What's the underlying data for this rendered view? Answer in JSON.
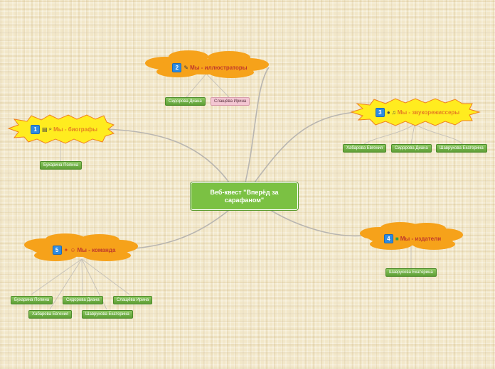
{
  "central": {
    "title": "Веб-квест \"Вперёд за сарафаном\""
  },
  "topics": [
    {
      "number": "1",
      "label": "Мы - биографы",
      "icons": [
        "books-icon",
        "magnifier-icon"
      ],
      "children": [
        "Бухарина Полина"
      ]
    },
    {
      "number": "2",
      "label": "Мы - иллюстраторы",
      "icons": [
        "brush-icon"
      ],
      "children": [
        "Сидорова Диана",
        "Слащёва Ирина"
      ]
    },
    {
      "number": "3",
      "label": "Мы - звукорежиссеры",
      "icons": [
        "microphone-icon",
        "music-icon"
      ],
      "children": [
        "Хабарова Евгения",
        "Сидорова Диана",
        "Шаврукова Екатерина"
      ]
    },
    {
      "number": "4",
      "label": "Мы - издатели",
      "icons": [
        "book-icon"
      ],
      "children": [
        "Шаврукова Екатерина"
      ]
    },
    {
      "number": "5",
      "label": "Мы - команда",
      "icons": [
        "puzzle-icon",
        "smiley-icon"
      ],
      "children": [
        "Бухарина Полина",
        "Сидорова Диана",
        "Слащёва Ирина",
        "Хабарова Евгения",
        "Шаврукова Екатерина"
      ]
    }
  ],
  "colors": {
    "central": "#7bc143",
    "leaf": "#6aaa3f",
    "cloud": "#f6a21a",
    "star": "#ffec1f",
    "label": "#c0392b",
    "badge": "#2e8be0"
  }
}
